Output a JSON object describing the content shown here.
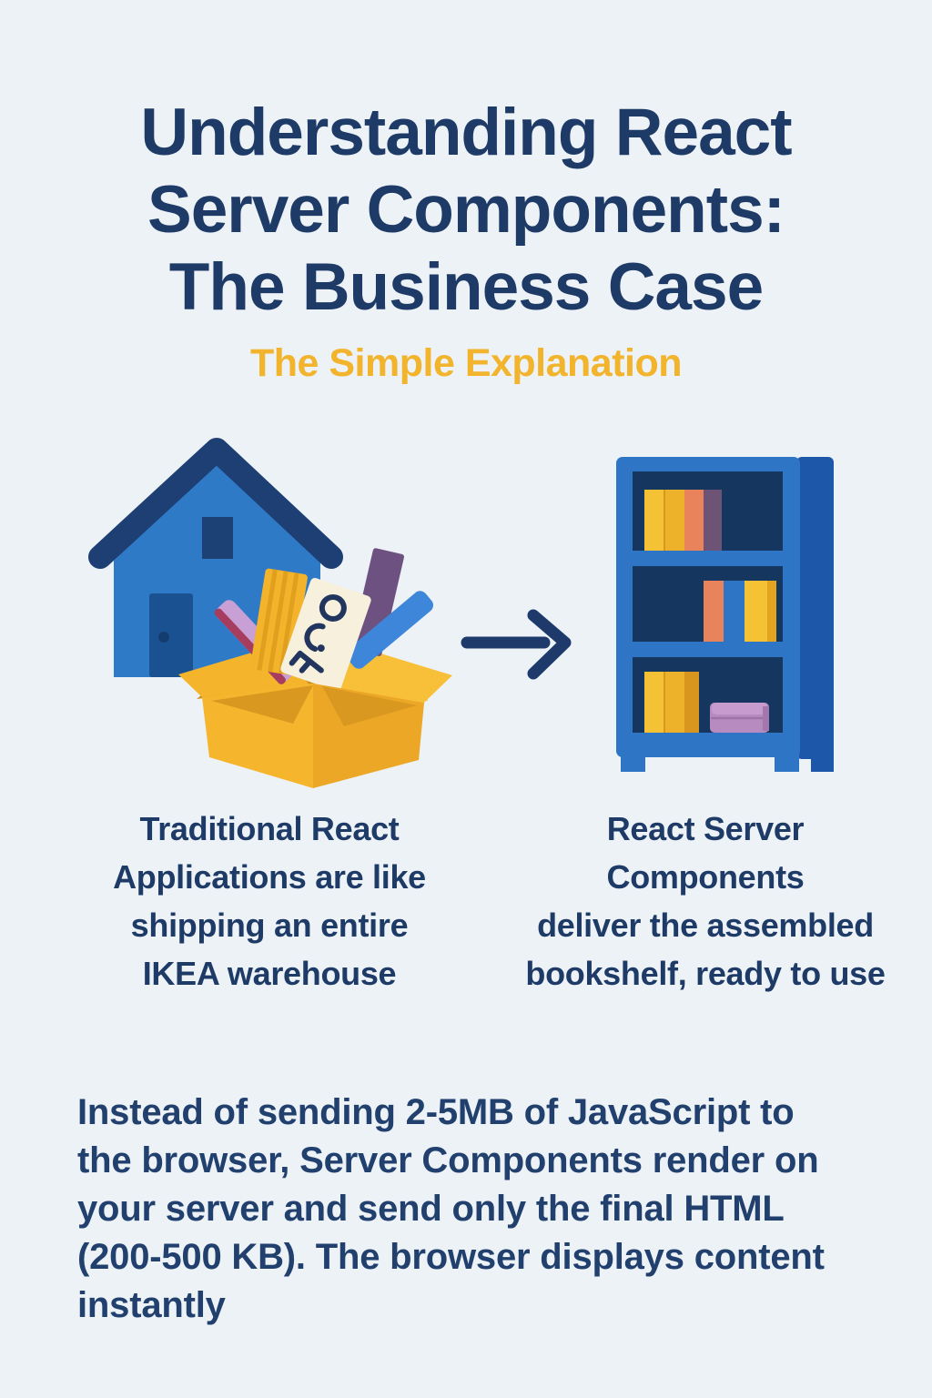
{
  "header": {
    "title": "Understanding React\nServer Components:\nThe Business Case",
    "subtitle": "The Simple Explanation"
  },
  "comparison": {
    "left": {
      "illustration": "house-and-open-ikea-box",
      "caption": "Traditional React\nApplications are like\nshipping an entire\nIKEA warehouse"
    },
    "arrow": "right-arrow",
    "right": {
      "illustration": "assembled-bookshelf-with-books",
      "caption": "React Server\nComponents\ndeliver the assembled\nbookshelf, ready to use"
    }
  },
  "body_text": "Instead of sending 2-5MB of JavaScript to\nthe browser, Server Components render on\nyour server and send only the final HTML\n(200-500 KB). The browser displays content\ninstantly",
  "colors": {
    "background": "#edf2f7",
    "heading_navy": "#1e3a66",
    "accent_gold": "#f2b42c",
    "house_blue": "#2f7ac7",
    "roof_navy": "#1e3f73",
    "box_gold": "#f5b62e",
    "shelf_blue": "#2e76c5",
    "shelf_interior_navy": "#15365f",
    "book_yellow": "#f6c235",
    "book_salmon": "#e8835c",
    "book_purple": "#6d5375",
    "book_mauve": "#b88bc0",
    "arrow_navy": "#1d3a6b"
  }
}
